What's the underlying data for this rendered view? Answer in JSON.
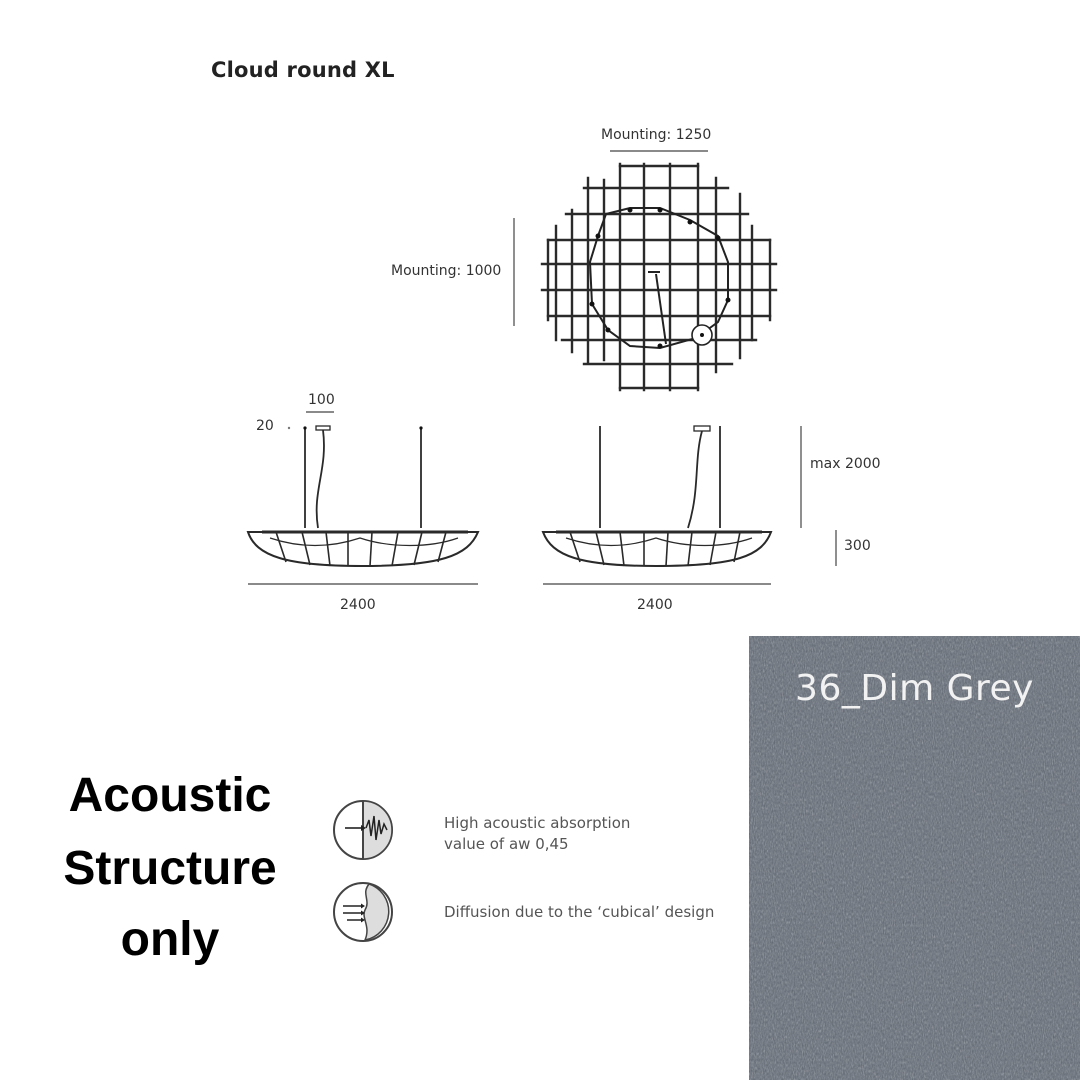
{
  "title": "Cloud round XL",
  "dims": {
    "mounting_horizontal": "Mounting: 1250",
    "mounting_vertical": "Mounting: 1000",
    "cable_width": "100",
    "top_offset": "20",
    "max_height": "max 2000",
    "body_height": "300",
    "width_left": "2400",
    "width_right": "2400"
  },
  "headline": {
    "line1": "Acoustic",
    "line2": "Structure",
    "line3": "only"
  },
  "features": [
    {
      "icon": "absorption-icon",
      "line1": "High acoustic absorption",
      "line2": "value of aw 0,45"
    },
    {
      "icon": "diffusion-icon",
      "line1": "Diffusion due to the ‘cubical’ design"
    }
  ],
  "swatch": {
    "label": "36_Dim Grey",
    "color": "#5d6570"
  }
}
